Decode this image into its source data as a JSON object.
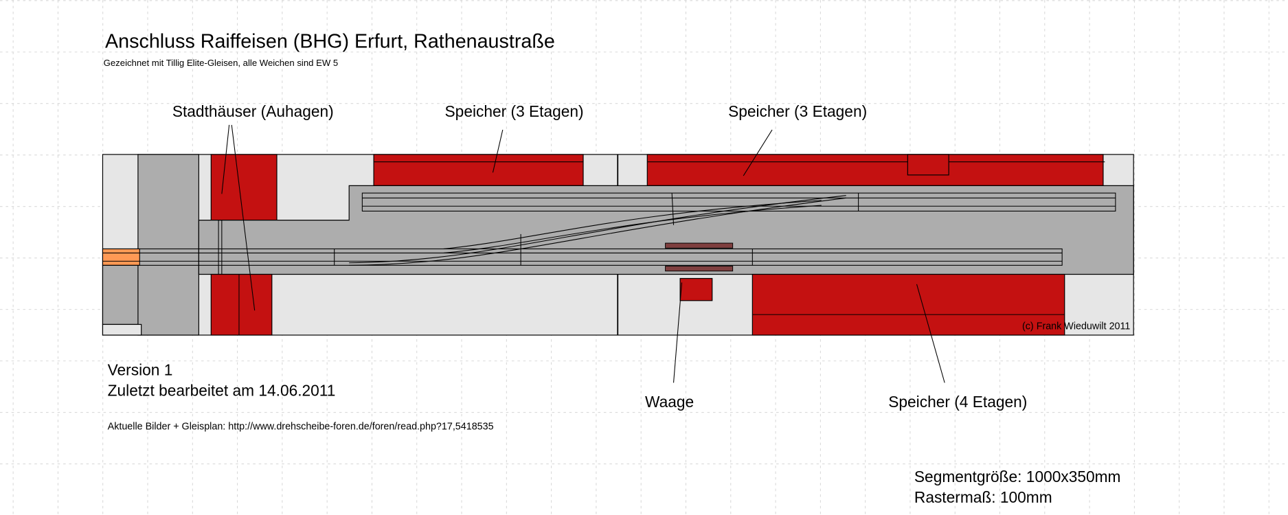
{
  "title": "Anschluss Raiffeisen (BHG) Erfurt, Rathenaustraße",
  "subtitle": "Gezeichnet mit Tillig Elite-Gleisen, alle Weichen sind EW 5",
  "labels": {
    "stadthaeuser": "Stadthäuser (Auhagen)",
    "speicher_left": "Speicher (3 Etagen)",
    "speicher_right": "Speicher (3 Etagen)",
    "waage": "Waage",
    "speicher_4": "Speicher (4 Etagen)"
  },
  "copyright": "(c) Frank Wieduwilt 2011",
  "version": "Version 1",
  "last_edited": "Zuletzt bearbeitet am 14.06.2011",
  "link_text": "Aktuelle Bilder + Gleisplan: http://www.drehscheibe-foren.de/foren/read.php?17,5418535",
  "segment_size": "Segmentgröße: 1000x350mm",
  "grid_size": "Rastermaß: 100mm",
  "colors": {
    "building": "#c41111",
    "ground": "#adadad",
    "free": "#e6e6e6",
    "scale": "#7f3f3f",
    "transition": "#ff9955"
  }
}
